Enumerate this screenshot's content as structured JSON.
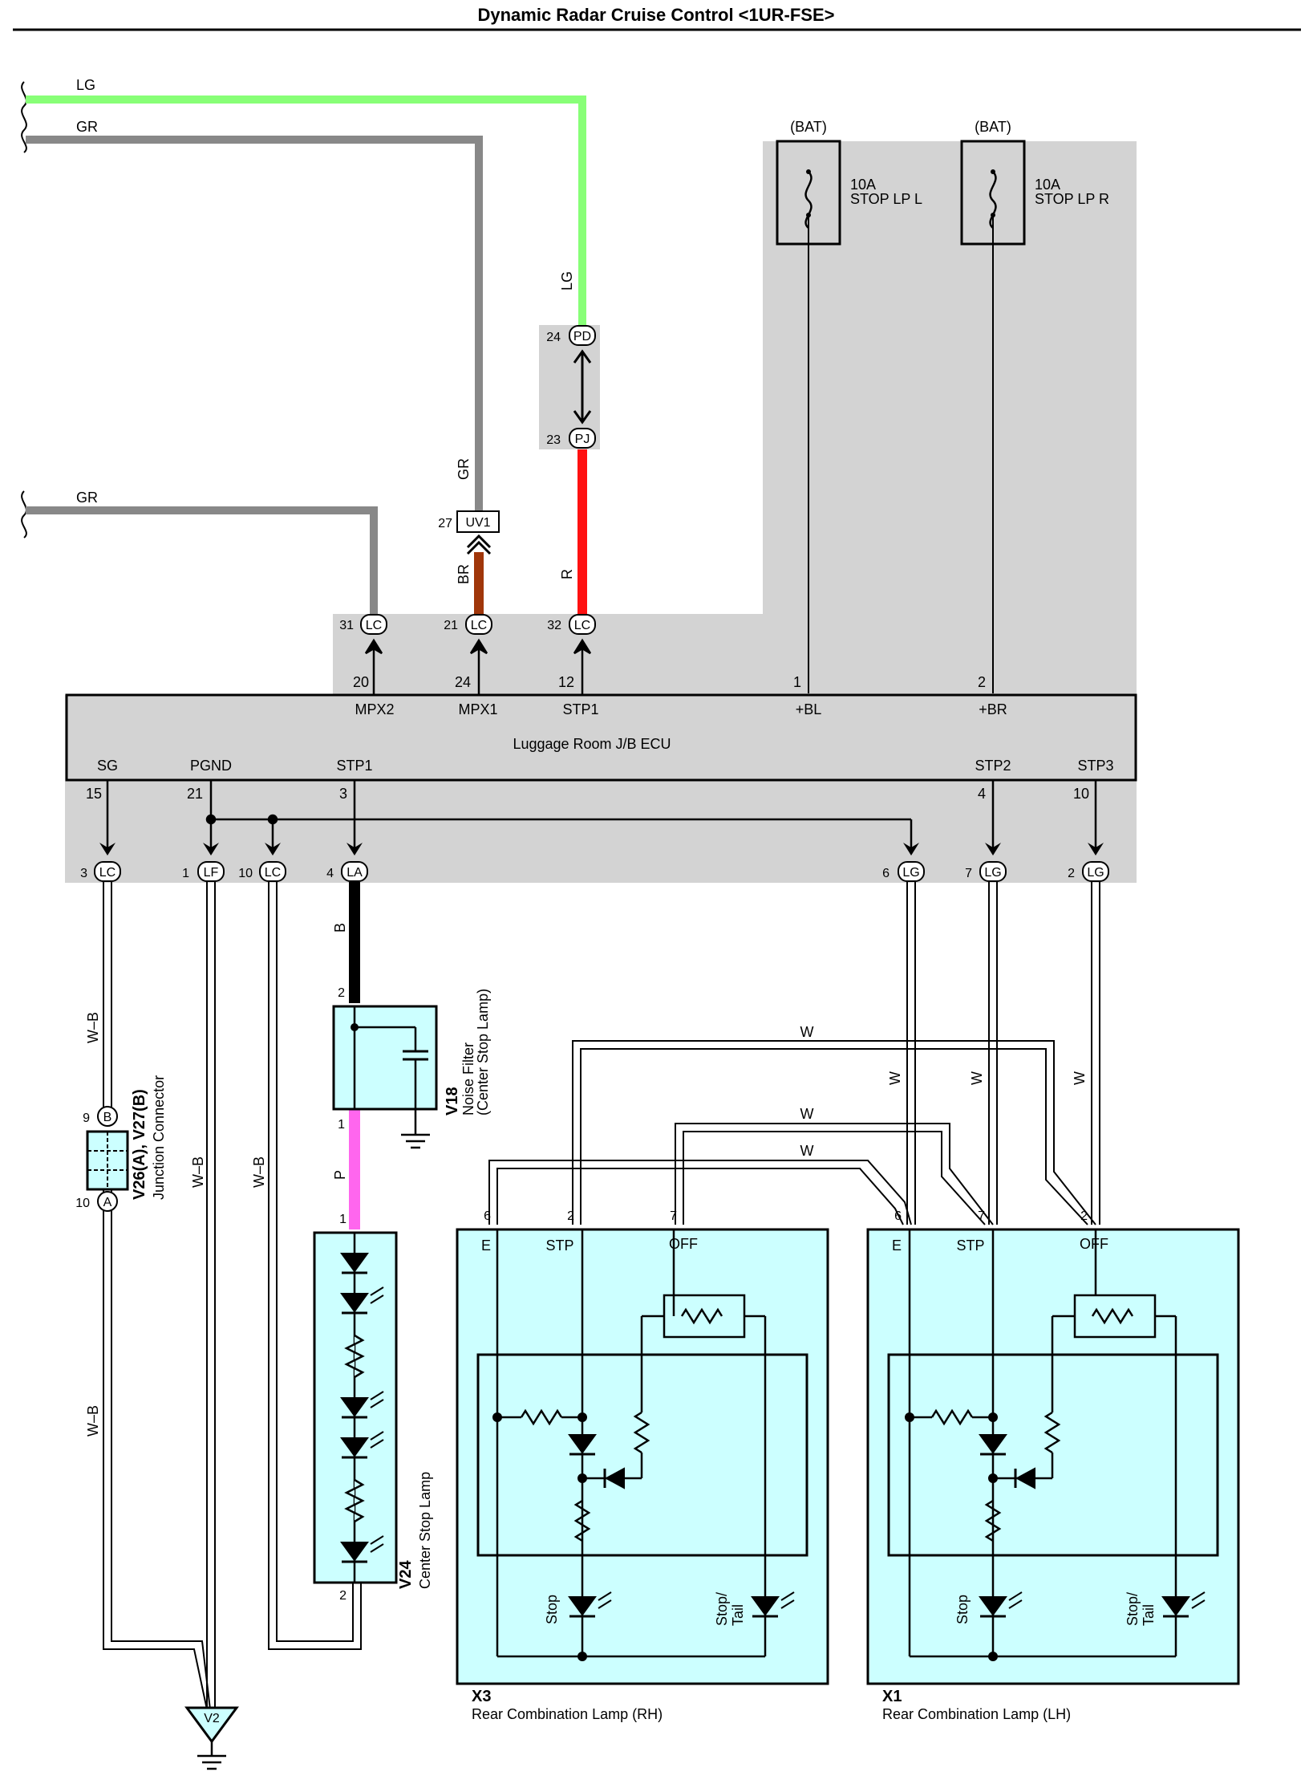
{
  "title": "Dynamic Radar Cruise Control <1UR-FSE>",
  "colors": {
    "LG": "#88ff77",
    "GR": "#888888",
    "R": "#ff1111",
    "BR": "#a0360a",
    "P": "#ff66ee",
    "B": "#000000",
    "W": "#ffffff",
    "jb_shade": "#d3d3d3",
    "component_fill": "#ccffff"
  },
  "wires": {
    "lg_top": "LG",
    "gr_top": "GR",
    "gr_mid": "GR",
    "lg_vert": "LG",
    "gr_vert": "GR",
    "br_vert": "BR",
    "r_vert": "R",
    "b_vert": "B",
    "p_vert": "P",
    "wb_1": "W–B",
    "wb_2": "W–B",
    "wb_3": "W–B",
    "wb_4": "W–B",
    "w_1": "W",
    "w_2": "W",
    "w_3": "W",
    "w_4": "W",
    "w_5": "W",
    "w_6": "W"
  },
  "fuses": [
    {
      "source": "(BAT)",
      "rating": "10A",
      "name": "STOP LP L"
    },
    {
      "source": "(BAT)",
      "rating": "10A",
      "name": "STOP LP R"
    }
  ],
  "connectors": {
    "pd": {
      "pin": "24",
      "code": "PD"
    },
    "pj": {
      "pin": "23",
      "code": "PJ"
    },
    "uv1": {
      "pin": "27",
      "code": "UV1"
    },
    "lc31": {
      "pin": "31",
      "code": "LC"
    },
    "lc21": {
      "pin": "21",
      "code": "LC"
    },
    "lc32": {
      "pin": "32",
      "code": "LC"
    },
    "lc3": {
      "pin": "3",
      "code": "LC"
    },
    "lf1": {
      "pin": "1",
      "code": "LF"
    },
    "lc10": {
      "pin": "10",
      "code": "LC"
    },
    "la4": {
      "pin": "4",
      "code": "LA"
    },
    "lg6": {
      "pin": "6",
      "code": "LG"
    },
    "lg7": {
      "pin": "7",
      "code": "LG"
    },
    "lg2": {
      "pin": "2",
      "code": "LG"
    }
  },
  "ecu": {
    "name": "Luggage Room J/B ECU",
    "top_pins": [
      {
        "num": "20",
        "label": "MPX2"
      },
      {
        "num": "24",
        "label": "MPX1"
      },
      {
        "num": "12",
        "label": "STP1"
      },
      {
        "num": "1",
        "label": "+BL"
      },
      {
        "num": "2",
        "label": "+BR"
      }
    ],
    "bottom_pins": [
      {
        "num": "15",
        "label": "SG"
      },
      {
        "num": "21",
        "label": "PGND"
      },
      {
        "num": "3",
        "label": "STP1"
      },
      {
        "num": "4",
        "label": "STP2"
      },
      {
        "num": "10",
        "label": "STP3"
      }
    ]
  },
  "junction": {
    "code": "V26(A), V27(B)",
    "name": "Junction Connector",
    "pin_b_num": "9",
    "pin_b": "B",
    "pin_a_num": "10",
    "pin_a": "A"
  },
  "noise_filter": {
    "code": "V18",
    "name": "Noise Filter",
    "sub": "(Center Stop Lamp)",
    "pin_top": "2",
    "pin_bottom": "1"
  },
  "center_stop": {
    "code": "V24",
    "name": "Center Stop Lamp",
    "pin_top": "1",
    "pin_bottom": "2"
  },
  "ground": {
    "code": "V2"
  },
  "lamps": [
    {
      "code": "X3",
      "name": "Rear Combination Lamp (RH)",
      "pins": [
        "6",
        "2",
        "7"
      ],
      "terms": [
        "E",
        "STP",
        "OFF"
      ],
      "led_left": "Stop",
      "led_right_1": "Stop/",
      "led_right_2": "Tail"
    },
    {
      "code": "X1",
      "name": "Rear Combination Lamp (LH)",
      "pins": [
        "6",
        "7",
        "2"
      ],
      "terms": [
        "E",
        "STP",
        "OFF"
      ],
      "led_left": "Stop",
      "led_right_1": "Stop/",
      "led_right_2": "Tail"
    }
  ]
}
